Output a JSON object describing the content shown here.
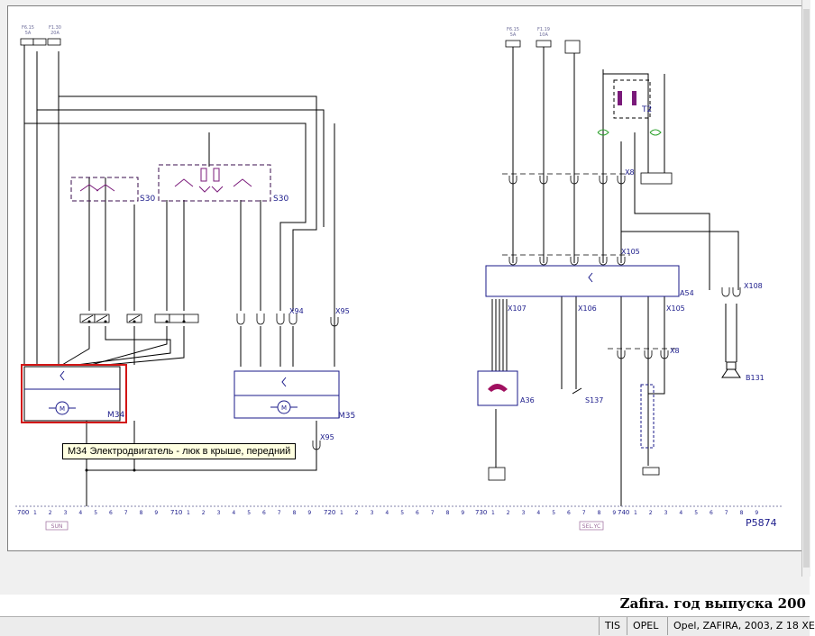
{
  "window": {
    "caption": "Zafira. год выпуска 200",
    "status_cells": [
      "TIS",
      "OPEL",
      "Opel, ZAFIRA, 2003, Z 18 XE"
    ]
  },
  "diagram": {
    "page_code": "P5874",
    "tooltip": "M34 Электродвигатель - люк в крыше, передний",
    "fuses": [
      {
        "id": "F6.15",
        "rating": "5A"
      },
      {
        "id": "F1.30",
        "rating": "20A"
      },
      {
        "id": "F6.15",
        "rating": "5A"
      },
      {
        "id": "F1.19",
        "rating": "10A"
      }
    ],
    "components": {
      "m34": "M34",
      "m35": "M35",
      "s30_left": "S30",
      "s30_right": "S30",
      "a36": "A36",
      "a54": "A54",
      "t2": "T2",
      "b131": "B131",
      "s137": "S137"
    },
    "connectors": {
      "x95_top": "X95",
      "x95_bottom": "X95",
      "x94": "X94",
      "x8_top": "X8",
      "x8_bottom": "X8",
      "x105_top": "X105",
      "x105_bottom": "X105",
      "x106": "X106",
      "x107": "X107",
      "x108": "X108"
    },
    "ruler": {
      "sections": [
        "700",
        "710",
        "720",
        "730",
        "740"
      ],
      "digits": [
        "1",
        "2",
        "3",
        "4",
        "5",
        "6",
        "7",
        "8",
        "9"
      ],
      "tag_left": "SUN",
      "tag_right": "SEL.YC"
    }
  }
}
